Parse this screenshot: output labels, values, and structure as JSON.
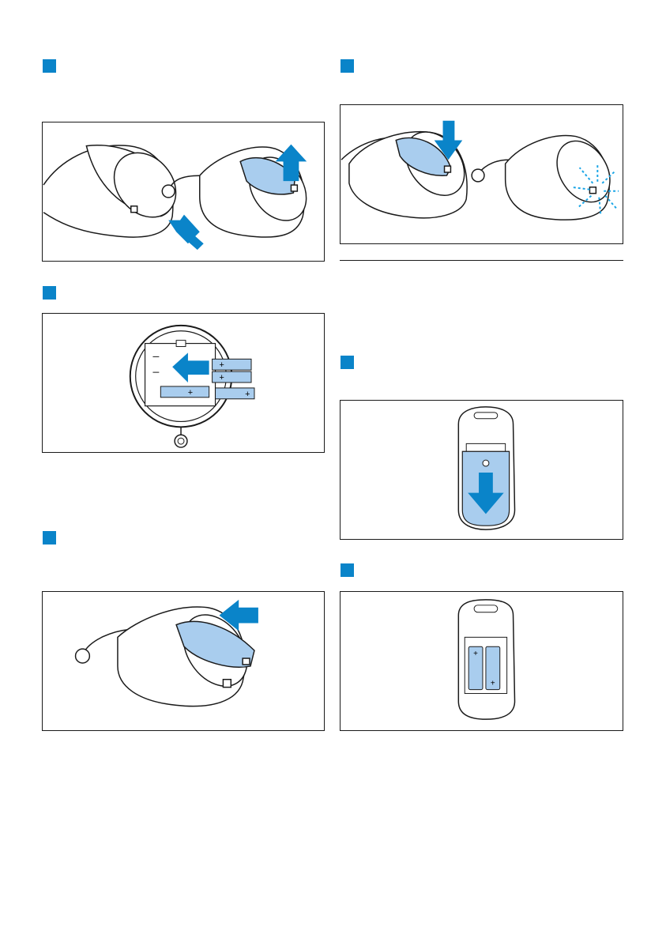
{
  "colors": {
    "step_marker": "#0a84c9",
    "arrow": "#0a84c9",
    "lid_fill": "#a9cdee",
    "outline": "#1a1a1a",
    "spark": "#1aa5e6"
  },
  "steps": [
    {
      "name": "step-1-marker"
    },
    {
      "name": "step-2-marker"
    },
    {
      "name": "step-3-marker"
    },
    {
      "name": "step-4-marker"
    },
    {
      "name": "step-5-marker"
    },
    {
      "name": "step-6-marker"
    }
  ],
  "illustrations": [
    {
      "name": "open-base-lid-illustration",
      "icon": "arrow-up-icon"
    },
    {
      "name": "insert-base-batteries-illustration",
      "icon": "arrow-left-icon"
    },
    {
      "name": "close-base-lid-illustration",
      "icon": "arrow-left-icon"
    },
    {
      "name": "press-lid-illustration",
      "icon": "arrow-down-icon"
    },
    {
      "name": "open-remote-cover-illustration",
      "icon": "arrow-down-icon"
    },
    {
      "name": "remote-batteries-illustration",
      "icon": "battery-icon"
    }
  ],
  "battery_labels": {
    "plus": "+"
  }
}
